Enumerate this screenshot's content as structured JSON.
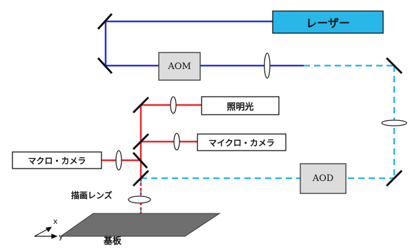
{
  "labels": {
    "laser": "レーザー",
    "aom": "AOM",
    "illumination_light": "照明光",
    "micro_camera": "マイクロ・カメラ",
    "macro_camera": "マクロ・カメラ",
    "aod": "AOD",
    "drawing_lens": "描画レンズ",
    "substrate": "基板",
    "axis_x": "x",
    "axis_y": "y"
  },
  "colors": {
    "laser_beam": "#2b2ee6",
    "scan_beam": "#29b7ea",
    "red_path": "#e8262a",
    "laser_box": "#29b6e8",
    "aom_box": "#dcdcdc",
    "aod_box": "#dcdcdc",
    "substrate_fill": "#6f6f6f"
  }
}
